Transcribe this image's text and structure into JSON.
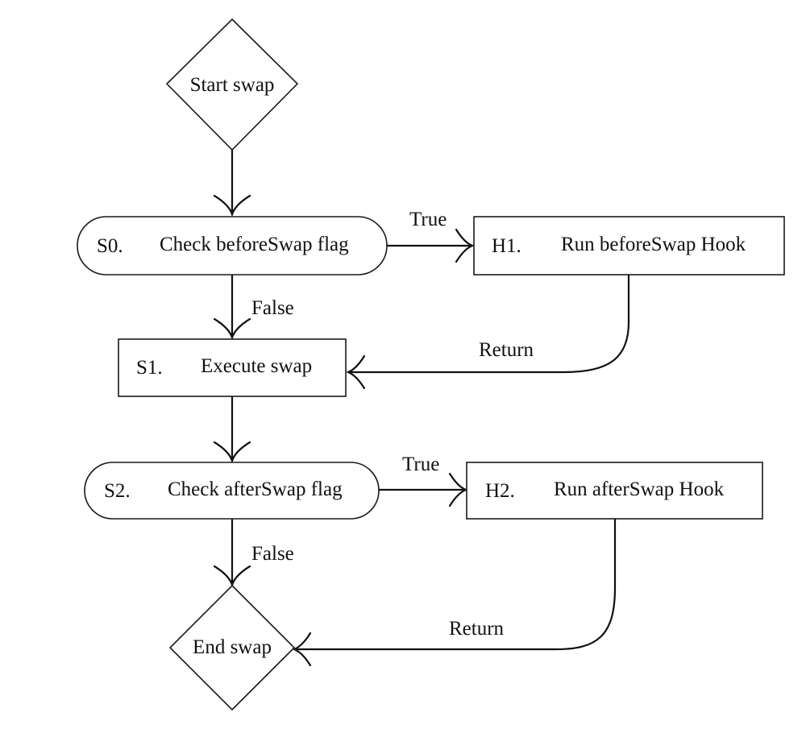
{
  "nodes": {
    "start": {
      "label": "Start swap"
    },
    "s0": {
      "id": "S0.",
      "label": "Check beforeSwap flag"
    },
    "h1": {
      "id": "H1.",
      "label": "Run beforeSwap Hook"
    },
    "s1": {
      "id": "S1.",
      "label": "Execute swap"
    },
    "s2": {
      "id": "S2.",
      "label": "Check afterSwap flag"
    },
    "h2": {
      "id": "H2.",
      "label": "Run afterSwap Hook"
    },
    "end": {
      "label": "End swap"
    }
  },
  "edges": {
    "s0_true": "True",
    "s0_false": "False",
    "h1_return": "Return",
    "s2_true": "True",
    "s2_false": "False",
    "h2_return": "Return"
  },
  "colors": {
    "stroke": "#1a1a1a",
    "background": "#ffffff"
  }
}
